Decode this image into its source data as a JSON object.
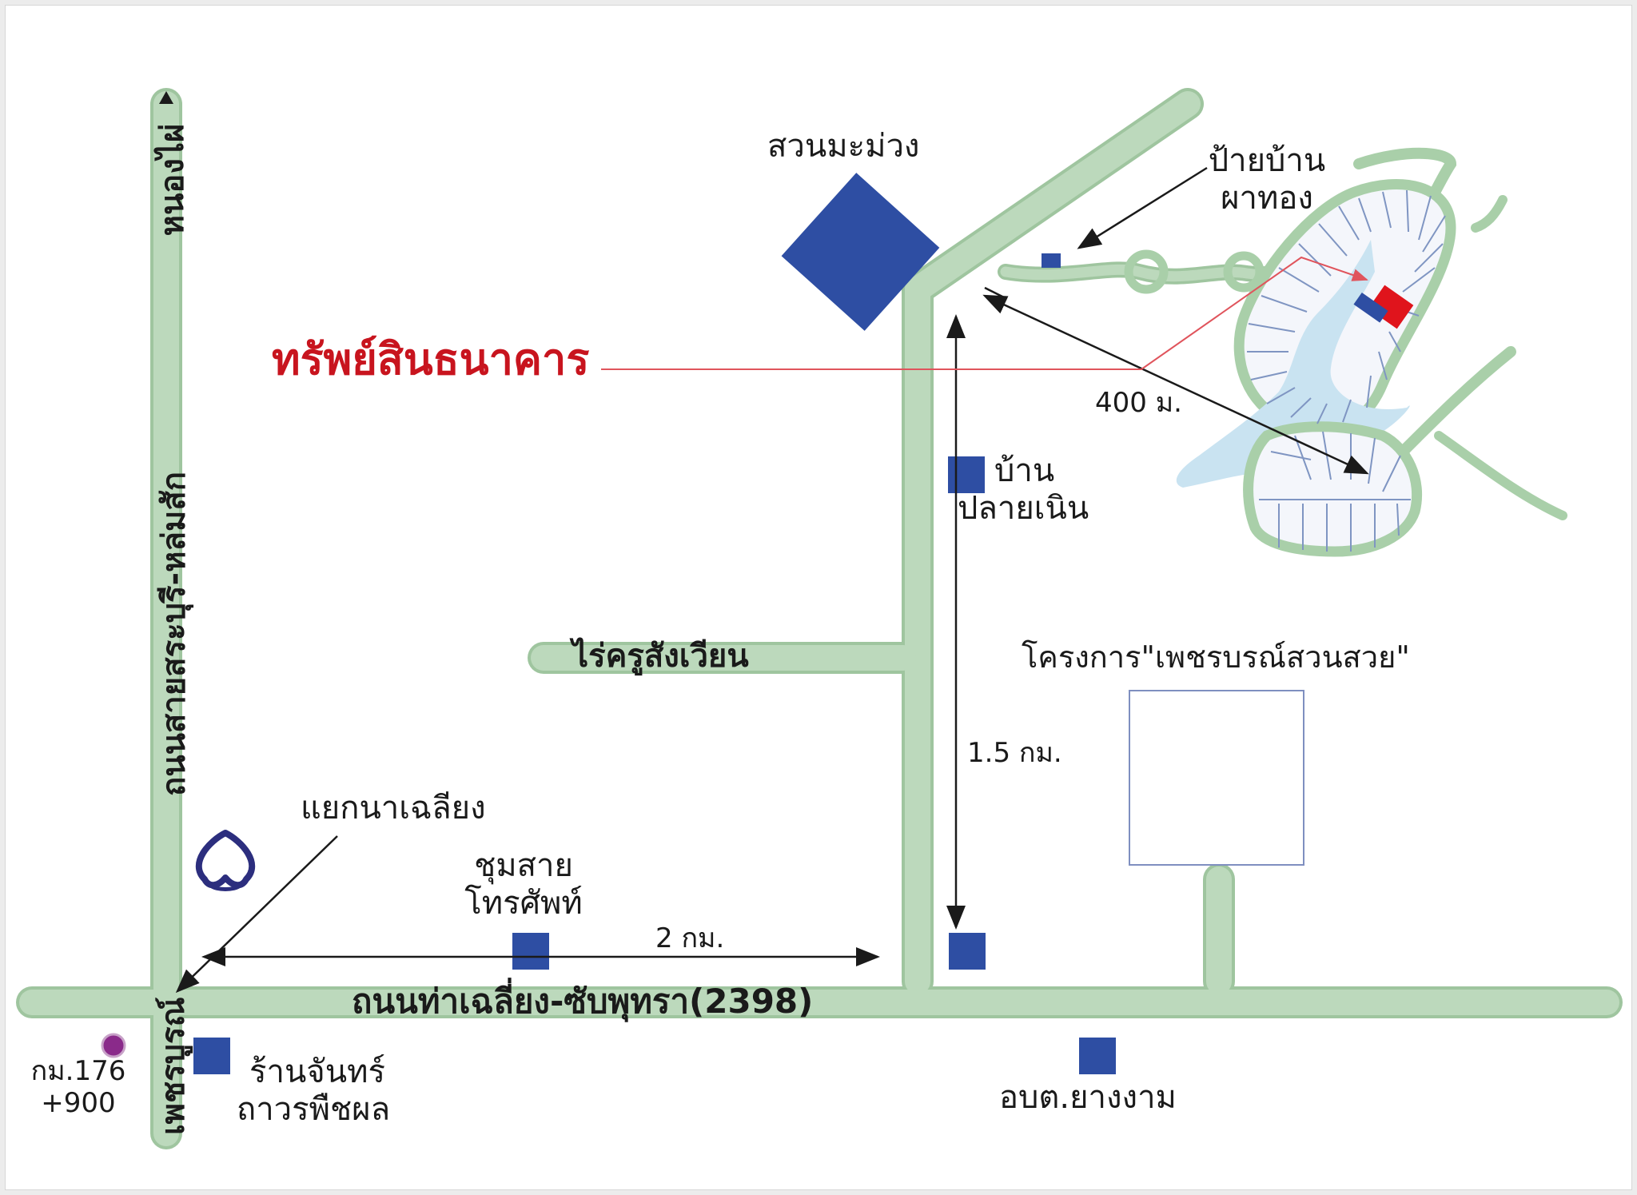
{
  "labels": {
    "road_north_end": "หนองไผ่",
    "road_west": "ถนนสายสระบุรี-หล่มสัก",
    "road_west_south": "เพชรบูรณ์",
    "road_main": "ถนนท่าเฉลี่ยง-ซับพุทรา(2398)",
    "mango_orchard": "สวนมะม่วง",
    "village_sign_line1": "ป้ายบ้าน",
    "village_sign_line2": "ผาทอง",
    "bank_asset": "ทรัพย์สินธนาคาร",
    "distance_400m": "400 ม.",
    "ban_line1": "บ้าน",
    "ban_line2": "ปลายเนิน",
    "rai_kru": "ไร่ครูสังเวียน",
    "project_name": "โครงการ\"เพชรบรณ์สวนสวย\"",
    "distance_1_5km": "1.5 กม.",
    "junction": "แยกนาเฉลียง",
    "exchange_line1": "ชุมสาย",
    "exchange_line2": "โทรศัพท์",
    "distance_2km": "2 กม.",
    "km_marker_line1": "กม.176",
    "km_marker_line2": "+900",
    "shop_line1": "ร้านจันทร์",
    "shop_line2": "ถาวรพืชผล",
    "obt": "อบต.ยางงาม"
  },
  "icons": {
    "bank_logo": "siam-commercial-bank-shell-icon",
    "km_marker": "purple-dot-icon",
    "landmark": "blue-square-icon"
  },
  "colors": {
    "road": "#bcd9bc",
    "road_edge": "#9fc59f",
    "landmark": "#2e4ea3",
    "water": "#c9e3f1",
    "asset_line": "#e0545c",
    "asset_plot": "#e0141c",
    "bank_logo": "#2c2e7e",
    "km_marker": "#8a2a8a",
    "text": "#1a1a1a",
    "title_red": "#c8141e"
  }
}
